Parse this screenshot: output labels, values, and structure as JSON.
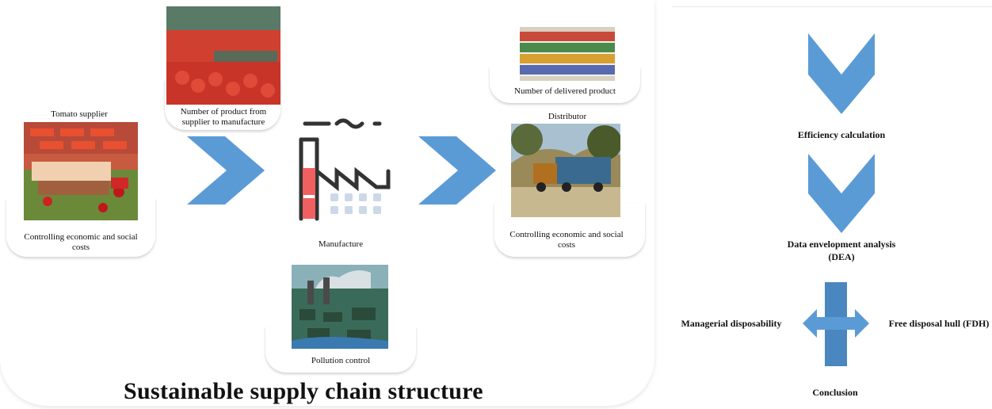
{
  "title": "Sustainable supply chain structure",
  "nodes": {
    "supplier": {
      "label": "Tomato supplier",
      "cost_note": "Controlling economic and social costs"
    },
    "flow_in": {
      "label": "Number of product from supplier to manufacture"
    },
    "manufacture": {
      "label": "Manufacture"
    },
    "pollution": {
      "label": "Pollution control"
    },
    "flow_out": {
      "label": "Number of delivered product"
    },
    "distributor": {
      "label": "Distributor",
      "cost_note": "Controlling economic and social costs"
    }
  },
  "method": {
    "step1": "Efficiency calculation",
    "step2_line1": "Data envelopment analysis",
    "step2_line2": "(DEA)",
    "left_branch": "Managerial disposability",
    "right_branch": "Free disposal hull (FDH)",
    "conclusion": "Conclusion"
  },
  "colors": {
    "arrow_blue": "#5b9bd5",
    "arrow_blue_dark": "#4a86c0",
    "factory_red": "#f06060"
  }
}
